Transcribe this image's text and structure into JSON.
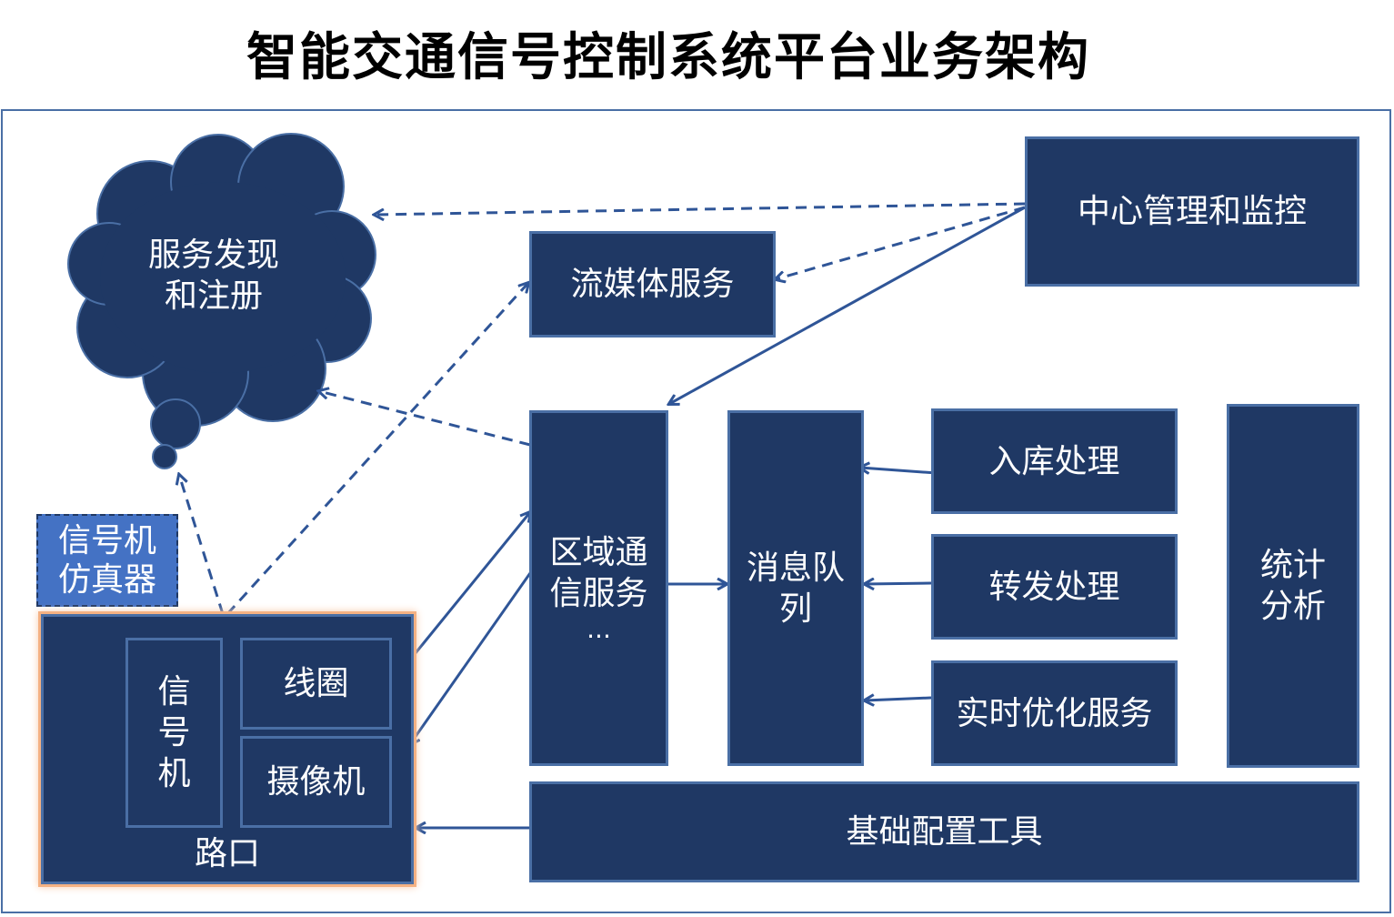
{
  "title": "智能交通信号控制系统平台业务架构",
  "cloud": {
    "label": "服务发现\n和注册"
  },
  "signal_simulator": {
    "label": "信号机\n仿真器"
  },
  "intersection": {
    "label": "路口",
    "signal_machine": "信\n号\n机",
    "coil": "线圈",
    "camera": "摄像机"
  },
  "center_management": "中心管理和监控",
  "streaming_service": "流媒体服务",
  "regional_comm": {
    "label": "区域通\n信服务",
    "ellipsis": "..."
  },
  "message_queue": "消息队\n列",
  "storage_processing": "入库处理",
  "forward_processing": "转发处理",
  "realtime_optimization": "实时优化服务",
  "statistics_analysis": "统计\n分析",
  "base_config_tool": "基础配置工具",
  "colors": {
    "box_fill": "#1f3864",
    "box_border": "#4a6fa5",
    "simulator_fill": "#4472c4",
    "intersection_glow": "#f4b183",
    "connector": "#2f5597"
  }
}
